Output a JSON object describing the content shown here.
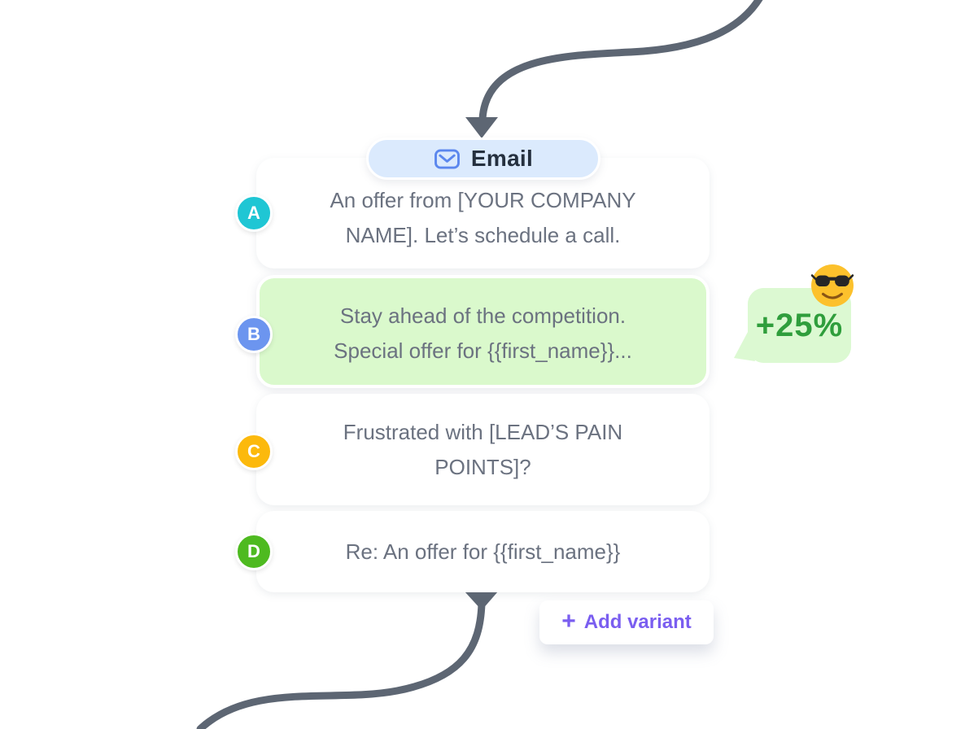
{
  "canvas": {
    "background": "#ffffff",
    "connector_color": "#5d6673"
  },
  "email_step": {
    "badge": {
      "label": "Email",
      "icon": "envelope-icon",
      "background": "#dbeafd",
      "icon_color": "#5b87ee",
      "text_color": "#25303f"
    },
    "variants": [
      {
        "id": "A",
        "badge_color": "#1fc6d4",
        "highlighted": false,
        "subject_lines": [
          "An offer from [YOUR COMPANY",
          "NAME]. Let’s schedule a call."
        ]
      },
      {
        "id": "B",
        "badge_color": "#6c95ef",
        "highlighted": true,
        "highlight_background": "#daf9cc",
        "subject_lines": [
          "Stay ahead of the competition.",
          "Special offer for {{first_name}}..."
        ]
      },
      {
        "id": "C",
        "badge_color": "#fcb90c",
        "highlighted": false,
        "subject_lines": [
          "Frustrated with [LEAD’S PAIN",
          "POINTS]?"
        ]
      },
      {
        "id": "D",
        "badge_color": "#4eba20",
        "highlighted": false,
        "subject_lines": [
          "Re: An offer for {{first_name}}"
        ]
      }
    ],
    "add_variant_button": {
      "plus": "+",
      "label": "Add variant",
      "color": "#7a5ef0"
    }
  },
  "callout": {
    "value": "+25%",
    "value_color": "#2f9e3c",
    "background": "#dcf9d2",
    "emoji": "smiling-face-with-sunglasses"
  }
}
